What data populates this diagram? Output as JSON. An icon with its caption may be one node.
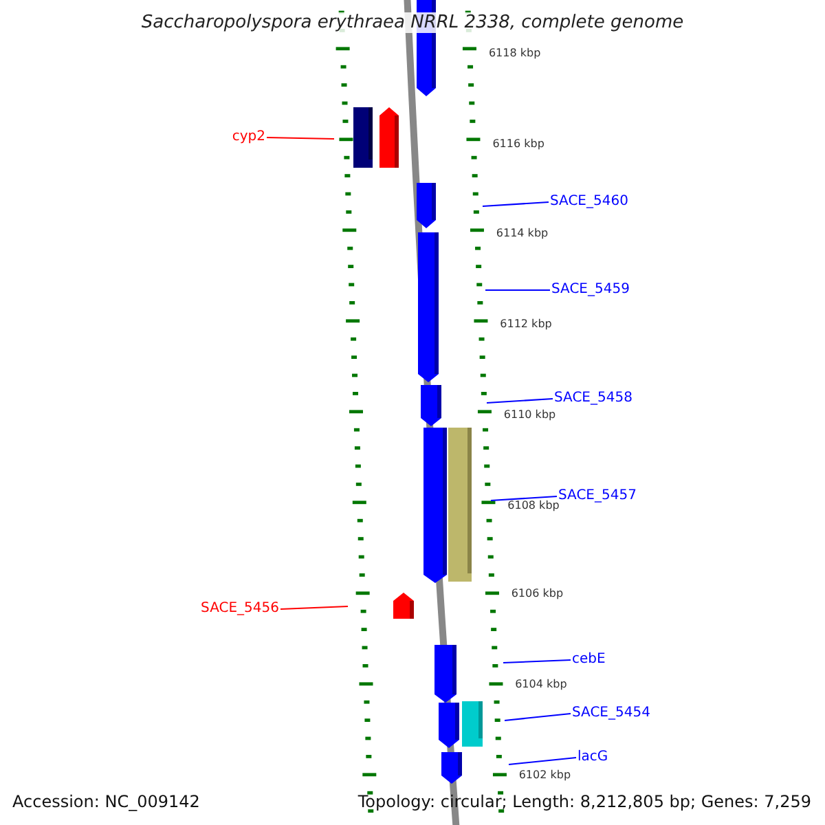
{
  "diagram": {
    "title": "Saccharopolyspora erythraea NRRL 2338, complete genome",
    "nodes": [
      {
        "text": [
          "cyp2"
        ]
      },
      {
        "text": [
          "SACE_5460"
        ]
      },
      {
        "text": [
          "SACE_5459"
        ]
      },
      {
        "text": [
          "SACE_5458"
        ]
      },
      {
        "text": [
          "SACE_5457"
        ]
      },
      {
        "text": [
          "SACE_5456"
        ]
      },
      {
        "text": [
          "cebE"
        ]
      },
      {
        "text": [
          "SACE_5454"
        ]
      },
      {
        "text": [
          "lacG"
        ]
      }
    ],
    "edges": [
      {
        "from": 0,
        "to": null,
        "arrow": "none",
        "color": "#ff0000"
      },
      {
        "from": 1,
        "to": null,
        "arrow": "none"
      },
      {
        "from": 2,
        "to": null,
        "arrow": "none"
      },
      {
        "from": 3,
        "to": null,
        "arrow": "none"
      },
      {
        "from": 4,
        "to": null,
        "arrow": "none"
      },
      {
        "from": 5,
        "to": null,
        "arrow": "none",
        "color": "#ff0000"
      },
      {
        "from": 6,
        "to": null,
        "arrow": "none"
      },
      {
        "from": 7,
        "to": null,
        "arrow": "none"
      },
      {
        "from": 8,
        "to": null,
        "arrow": "none"
      }
    ],
    "labels": [
      "6118 kbp",
      "6116 kbp",
      "6114 kbp",
      "6112 kbp",
      "6110 kbp",
      "6108 kbp",
      "6106 kbp",
      "6104 kbp",
      "6102 kbp",
      "Accession: NC_009142",
      "Topology: circular; Length: 8,212,805 bp; Genes: 7,259"
    ]
  }
}
